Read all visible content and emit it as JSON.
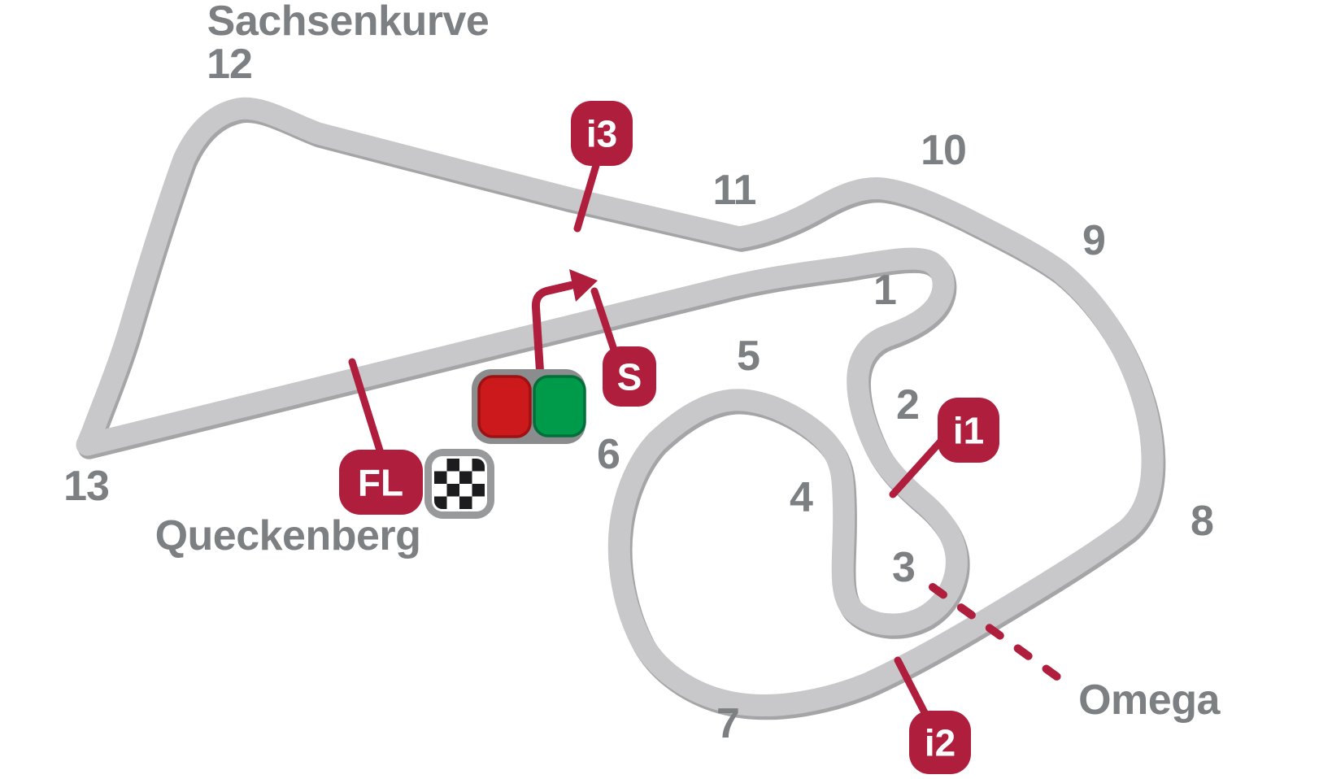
{
  "colors": {
    "background": "#FFFFFF",
    "track_gray": "#C8C8CA",
    "track_edge_shadow": "#A5A5A7",
    "label_gray": "#7D8083",
    "accent_crimson": "#B01E3E",
    "traffic_light_body_gray": "#8A8C8E",
    "traffic_light_red": "#CC1A1C",
    "traffic_light_red_border": "#9E1113",
    "traffic_light_green": "#009B4A",
    "traffic_light_green_border": "#006F39",
    "flag_black": "#1C1C1E",
    "flag_frame_gray": "#97999B"
  },
  "corner_numbers": [
    "1",
    "2",
    "3",
    "4",
    "5",
    "6",
    "7",
    "8",
    "9",
    "10",
    "11",
    "12",
    "13"
  ],
  "section_labels": {
    "sachsenkurve": "Sachsenkurve",
    "queckenberg": "Queckenberg",
    "omega": "Omega"
  },
  "markers": {
    "intermediate_1": "i1",
    "intermediate_2": "i2",
    "intermediate_3": "i3",
    "start": "S",
    "finish_line": "FL"
  },
  "icons": {
    "traffic_light": "start-lights (red + green)",
    "checkered_flag": "finish checkered flag",
    "direction_arrow": "race direction arrow"
  }
}
